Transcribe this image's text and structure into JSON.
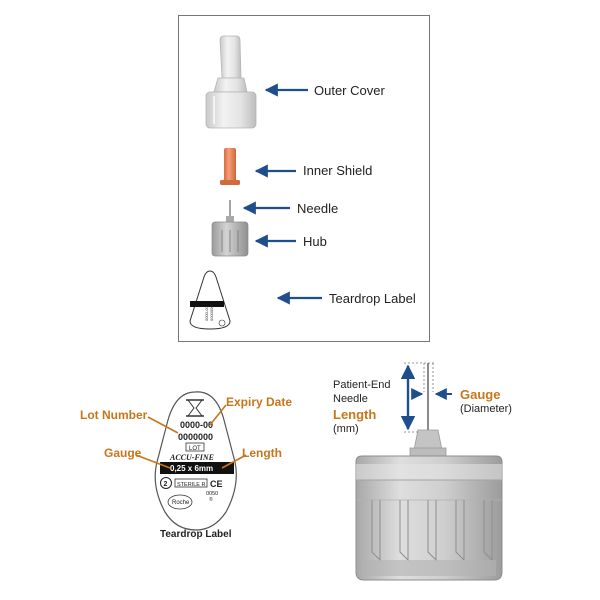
{
  "colors": {
    "arrow": "#1f4e8c",
    "callout": "#c8761a",
    "shield": "#e8875a",
    "cover": "#dcdcdc",
    "hub": "#b9b9b9"
  },
  "top_panel": {
    "labels": {
      "outer_cover": "Outer Cover",
      "inner_shield": "Inner Shield",
      "needle": "Needle",
      "hub": "Hub",
      "teardrop_label": "Teardrop Label"
    }
  },
  "teardrop_detail": {
    "callouts": {
      "lot_number": "Lot Number",
      "expiry_date": "Expiry Date",
      "gauge": "Gauge",
      "length": "Length"
    },
    "caption": "Teardrop Label",
    "label_text": {
      "expiry_code": "0000-00",
      "lot_code": "0000000",
      "lot_symbol": "LOT",
      "brand": "ACCU-FINE",
      "size": "0,25 x 6mm",
      "single_use": "2",
      "sterile": "STERILE R",
      "ce": "CE",
      "ce_number": "0050",
      "maker": "Roche"
    }
  },
  "needle_detail": {
    "patient_end_line1": "Patient-End",
    "patient_end_line2": "Needle",
    "length_label": "Length",
    "length_unit": "(mm)",
    "gauge_label": "Gauge",
    "gauge_desc": "(Diameter)"
  }
}
